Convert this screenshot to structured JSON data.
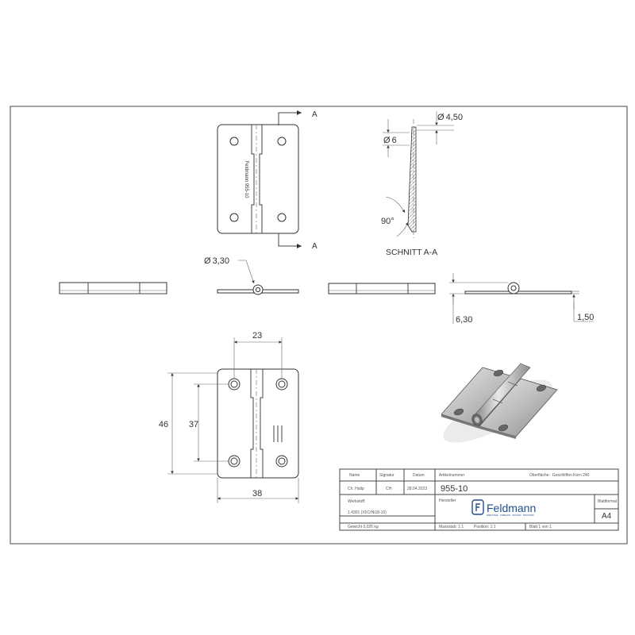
{
  "section": {
    "marker_top": "A",
    "marker_bottom": "A",
    "title": "SCHNITT A-A",
    "dia_outer": "4,50",
    "dia_inner": "6",
    "angle": "90°",
    "diameter_symbol": "Ø"
  },
  "side_view": {
    "dia_pin": "3,30"
  },
  "right_view": {
    "dim_height": "6,30",
    "dim_thickness": "1,50"
  },
  "front_dims": {
    "hole_spacing_x": "23",
    "total_height": "46",
    "hole_spacing_y": "37",
    "total_width": "38"
  },
  "part_engraving": "Feldmann 955-10",
  "title_block": {
    "h_name": "Name",
    "h_signatur": "Signatur",
    "h_datum": "Datum",
    "h_artikel": "Artikelnummer",
    "h_oberflaeche": "Oberfläche:",
    "oberflaeche_value": "Geschliffen Korn 240",
    "name_value": "Ch. Haltp",
    "signatur_value": "CH",
    "datum_value": "28.04.2023",
    "artikel_value": "955-10",
    "h_hersteller": "Hersteller",
    "h_werkstoff": "Werkstoff:",
    "werkstoff_value": "1.4301 (X5CrNi18-10)",
    "h_blattformat": "Blattformat",
    "blattformat_value": "A4",
    "gewicht": "Gewicht 0,026 kg",
    "massstab_label": "Massstab: 1:1",
    "massstab_value": "Position: 1:1",
    "blatt": "Blatt 1 von 1",
    "logo_text": "Feldmann",
    "logo_tagline": "EDELSTAHL · ZUBEHÖR · TECHNIK · INDUSTRIE"
  }
}
